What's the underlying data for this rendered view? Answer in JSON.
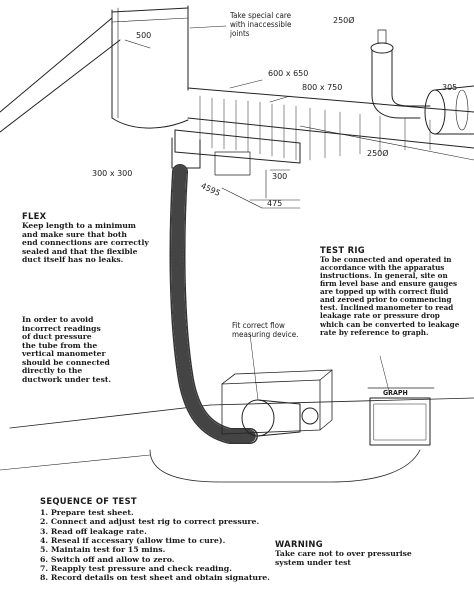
{
  "labels": {
    "dim_500": "500",
    "special_care": "Take special care\nwith inaccessible\njoints",
    "dim_250a": "250Ø",
    "dim_305": "305",
    "dim_600x650": "600 x 650",
    "dim_800x750": "800 x 750",
    "dim_250b": "250Ø",
    "dim_300x300": "300 x 300",
    "dim_300": "300",
    "dim_4595": "4595",
    "dim_475": "475",
    "graph": "GRAPH"
  },
  "flex": {
    "heading": "FLEX",
    "text": "Keep length to a minimum\nand make sure that both\nend connections are correctly\nsealed and that the flexible\nduct itself has no leaks."
  },
  "avoid_note": "In order to avoid\nincorrect readings\nof duct pressure\nthe tube from the\nvertical manometer\nshould be connected\ndirectly to the\nductwork under test.",
  "flow_note": "Fit correct flow\nmeasuring device.",
  "test_rig": {
    "heading": "TEST RIG",
    "text": "To be connected and operated in\naccordance with the apparatus\ninstructions. In general, site on\nfirm level base and ensure gauges\nare topped up with correct fluid\nand zeroed prior to commencing\ntest. Inclined  manometer to read\nleakage rate or pressure drop\nwhich can be converted to leakage\nrate by reference to graph."
  },
  "sequence": {
    "heading": "SEQUENCE OF TEST",
    "steps": [
      "1. Prepare test sheet.",
      "2. Connect and adjust test rig to correct  pressure.",
      "3. Read off  leakage rate.",
      "4. Reseal if accessary (allow time to cure).",
      "5. Maintain test for 15 mins.",
      "6. Switch off and allow to zero.",
      "7. Reapply test pressure and check reading.",
      "8. Record details on test sheet and obtain signature."
    ]
  },
  "warning": {
    "heading": "WARNING",
    "text": "Take care not to over pressurise\nsystem under test"
  }
}
